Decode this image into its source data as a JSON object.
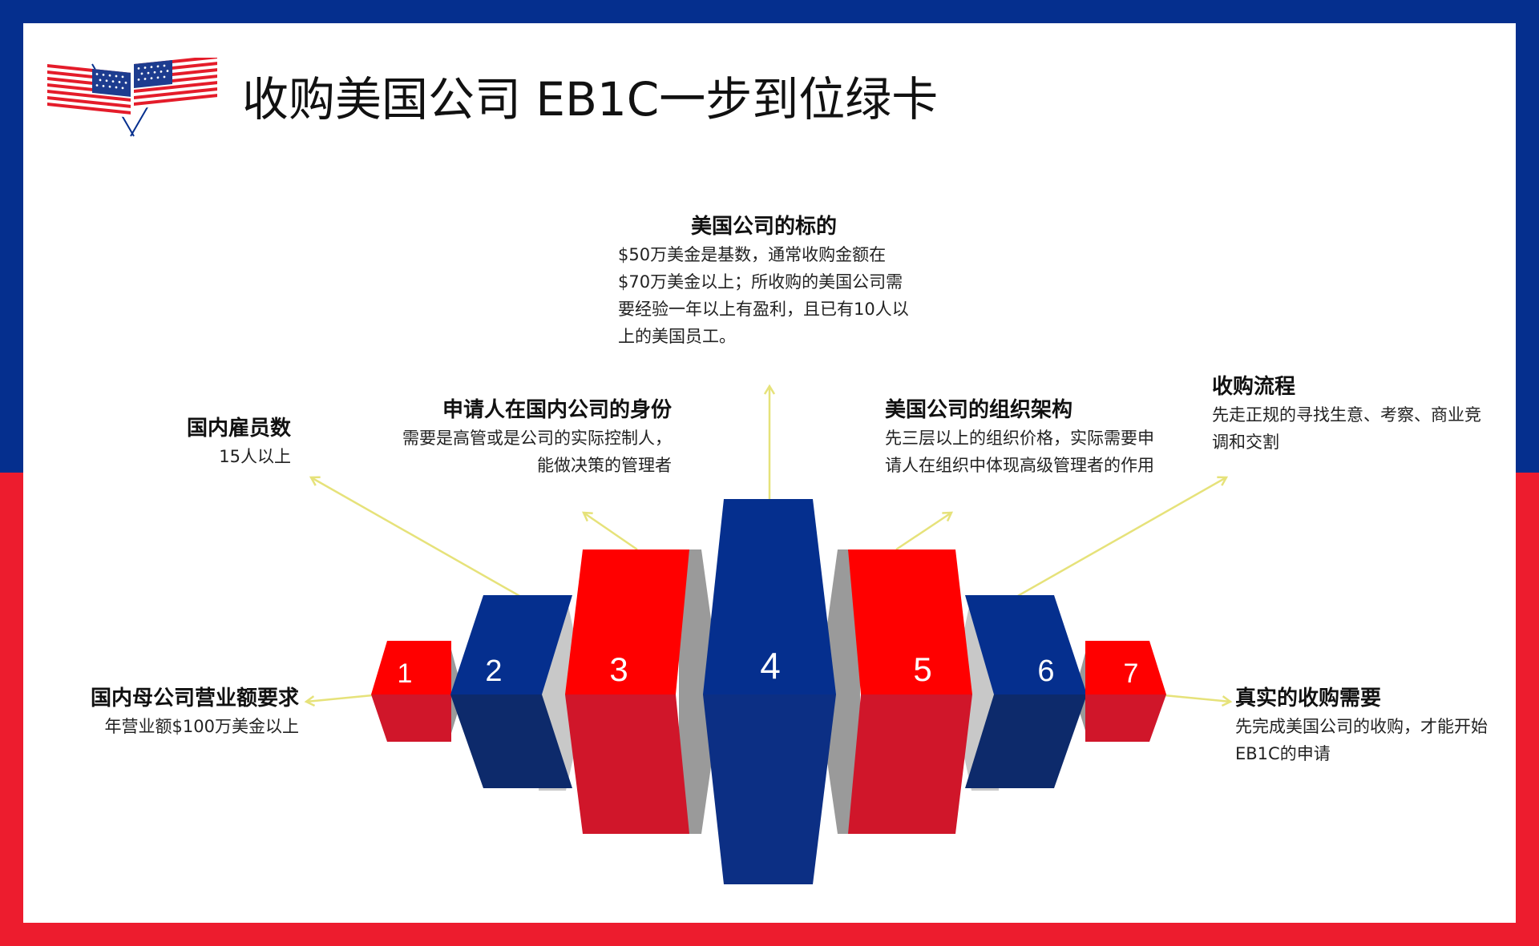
{
  "title": "收购美国公司 EB1C一步到位绿卡",
  "colors": {
    "blue": "#052f8e",
    "red": "#ed1c2e",
    "bright_red": "#ff0000",
    "arrow": "#e6e27a"
  },
  "blocks": [
    {
      "number": "1",
      "color": "red"
    },
    {
      "number": "2",
      "color": "blue"
    },
    {
      "number": "3",
      "color": "red"
    },
    {
      "number": "4",
      "color": "blue"
    },
    {
      "number": "5",
      "color": "red"
    },
    {
      "number": "6",
      "color": "blue"
    },
    {
      "number": "7",
      "color": "red"
    }
  ],
  "items": [
    {
      "heading": "国内母公司营业额要求",
      "text": "年营业额$100万美金以上"
    },
    {
      "heading": "国内雇员数",
      "text": "15人以上"
    },
    {
      "heading": "申请人在国内公司的身份",
      "text": "需要是高管或是公司的实际控制人，能做决策的管理者"
    },
    {
      "heading": "美国公司的标的",
      "text": "$50万美金是基数，通常收购金额在$70万美金以上；所收购的美国公司需要经验一年以上有盈利，且已有10人以上的美国员工。"
    },
    {
      "heading": "美国公司的组织架构",
      "text": "先三层以上的组织价格，实际需要申请人在组织中体现高级管理者的作用"
    },
    {
      "heading": "收购流程",
      "text": "先走正规的寻找生意、考察、商业竞调和交割"
    },
    {
      "heading": "真实的收购需要",
      "text": "先完成美国公司的收购，才能开始EB1C的申请"
    }
  ]
}
